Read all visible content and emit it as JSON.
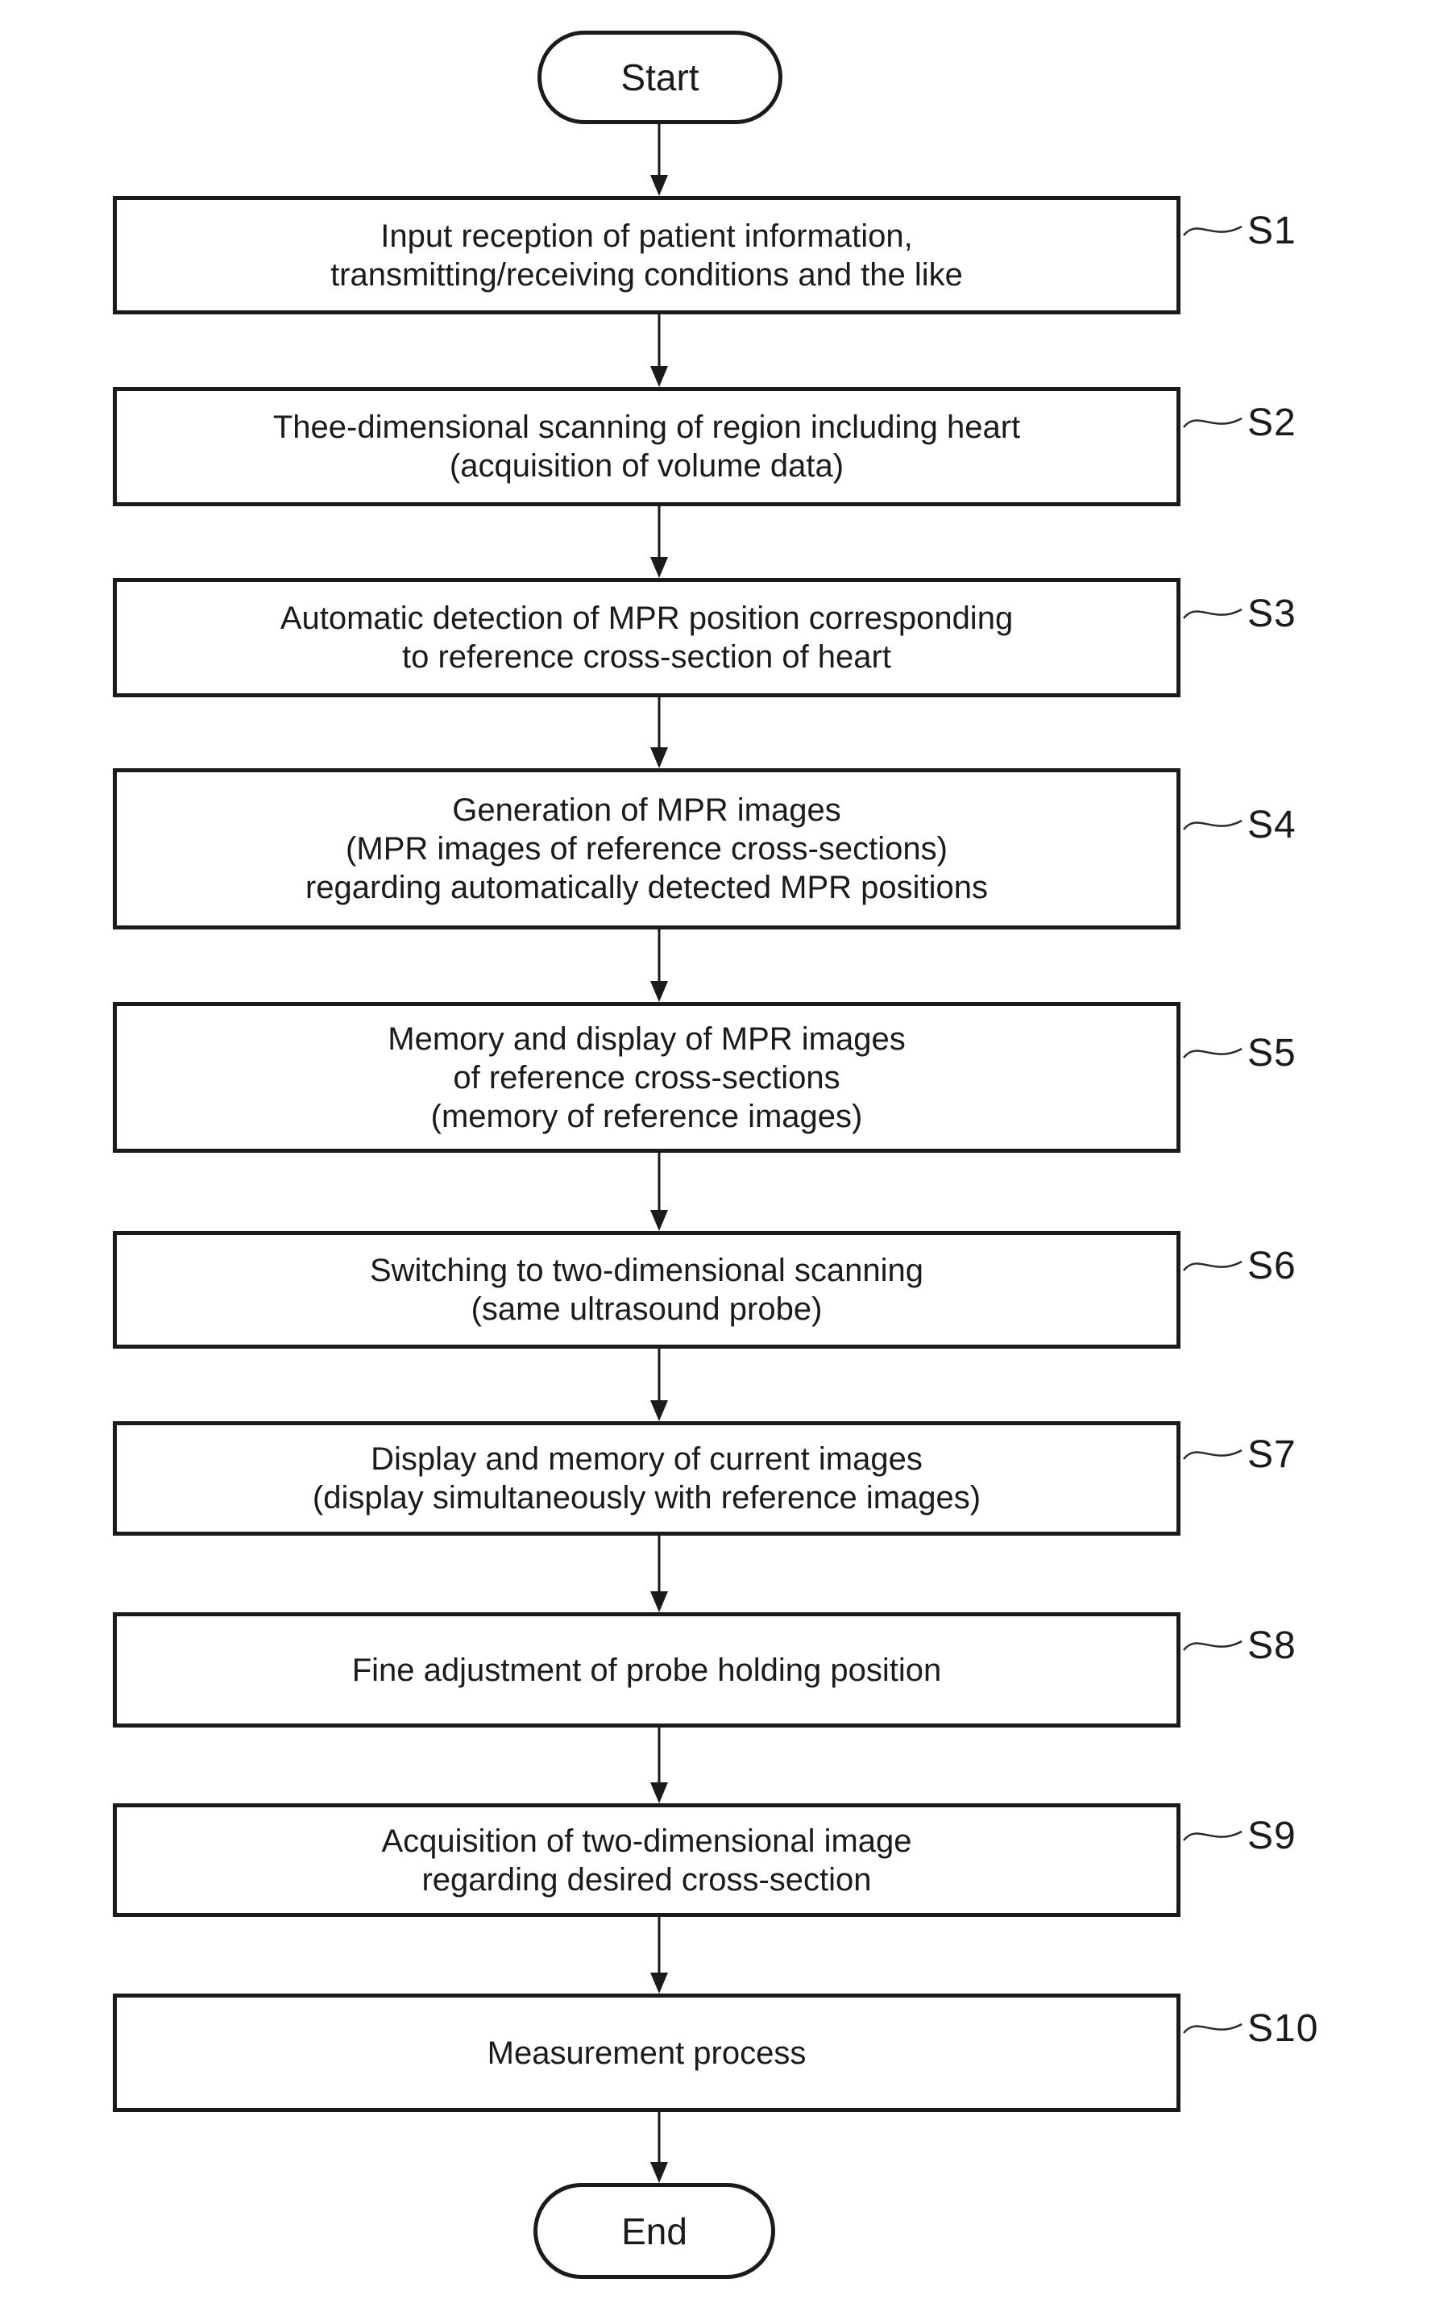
{
  "diagram": {
    "type": "flowchart",
    "ink_color": "#1b1b1b",
    "background_color": "#ffffff",
    "terminals": {
      "start": "Start",
      "end": "End"
    },
    "steps": [
      {
        "id": "S1",
        "lines": [
          "Input reception of patient information,",
          "transmitting/receiving conditions and the like"
        ]
      },
      {
        "id": "S2",
        "lines": [
          "Thee-dimensional scanning of region including heart",
          "(acquisition of volume data)"
        ]
      },
      {
        "id": "S3",
        "lines": [
          "Automatic detection of MPR position corresponding",
          "to reference cross-section of heart"
        ]
      },
      {
        "id": "S4",
        "lines": [
          "Generation of MPR images",
          "(MPR images of reference cross-sections)",
          "regarding automatically detected MPR positions"
        ]
      },
      {
        "id": "S5",
        "lines": [
          "Memory and display of MPR images",
          "of reference cross-sections",
          "(memory of reference images)"
        ]
      },
      {
        "id": "S6",
        "lines": [
          "Switching to two-dimensional scanning",
          "(same ultrasound probe)"
        ]
      },
      {
        "id": "S7",
        "lines": [
          "Display and memory of current images",
          "(display simultaneously with reference images)"
        ]
      },
      {
        "id": "S8",
        "lines": [
          "Fine adjustment of probe holding position"
        ]
      },
      {
        "id": "S9",
        "lines": [
          "Acquisition of two-dimensional image",
          "regarding desired cross-section"
        ]
      },
      {
        "id": "S10",
        "lines": [
          "Measurement process"
        ]
      }
    ]
  }
}
